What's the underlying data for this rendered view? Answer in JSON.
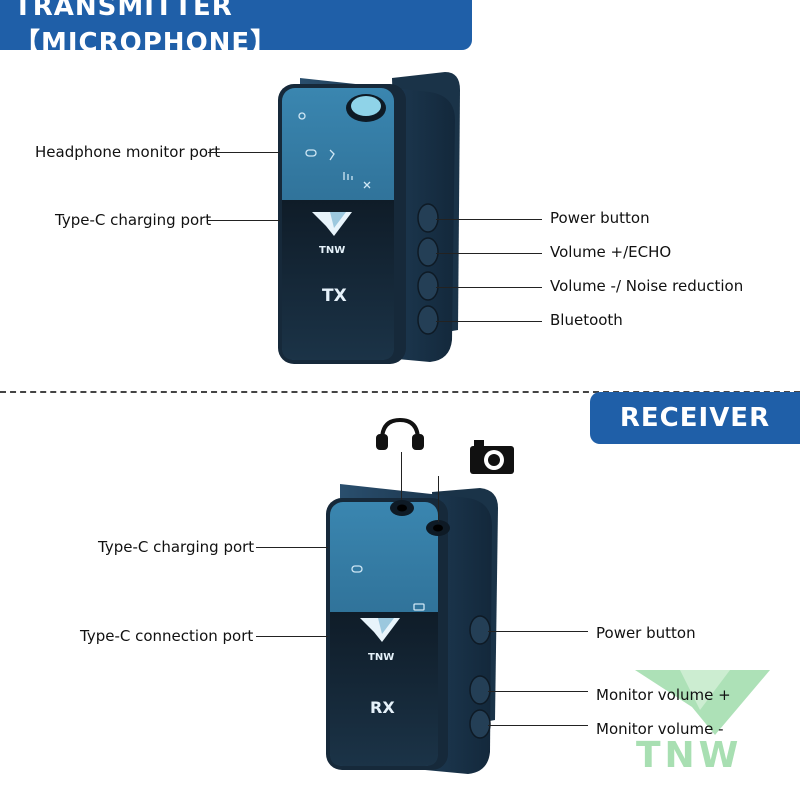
{
  "transmitter": {
    "banner": "TRANSMITTER【MICROPHONE】",
    "device_label": "TX",
    "brand": "TNW",
    "left_labels": [
      "Headphone monitor port",
      "Type-C charging port"
    ],
    "right_labels": [
      "Power button",
      "Volume +/ECHO",
      "Volume -/ Noise reduction",
      "Bluetooth"
    ]
  },
  "receiver": {
    "banner": "RECEIVER",
    "device_label": "RX",
    "brand": "TNW",
    "left_labels": [
      "Type-C charging port",
      "Type-C connection port"
    ],
    "right_labels": [
      "Power button",
      "Monitor volume +",
      "Monitor volume -"
    ],
    "top_icons": [
      "headphones-icon",
      "camera-icon"
    ]
  },
  "watermark": {
    "text": "TNW"
  },
  "colors": {
    "banner": "#1f5fa8",
    "device": "#1e3a52",
    "screen": "#2b6a90",
    "watermark": "#9fdcaa"
  }
}
